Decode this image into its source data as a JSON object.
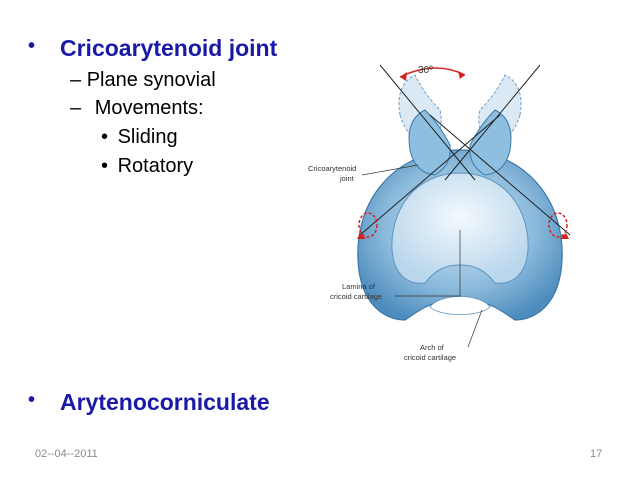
{
  "bullets": [
    {
      "text": "Cricoarytenoid joint",
      "sub": [
        {
          "dash": "–",
          "text": "Plane synovial"
        },
        {
          "dash": "–",
          "text": "Movements:",
          "sub": [
            "Sliding",
            "Rotatory"
          ]
        }
      ]
    },
    {
      "text": "Arytenocorniculate"
    }
  ],
  "bullet_char": "•",
  "figure": {
    "labels": {
      "angle": "30º",
      "joint_line1": "Cricoarytenoid",
      "joint_line2": "joint",
      "lamina_line1": "Lamina of",
      "lamina_line2": "cricoid cartilage",
      "arch_line1": "Arch of",
      "arch_line2": "cricoid cartilage"
    },
    "colors": {
      "cartilage": "#7fb3d5",
      "cartilage_dark": "#3f7fb0",
      "ghost": "#d6e6f3",
      "arrow": "#d62020"
    }
  },
  "footer": {
    "date": "02--04--2011",
    "page": "17"
  }
}
